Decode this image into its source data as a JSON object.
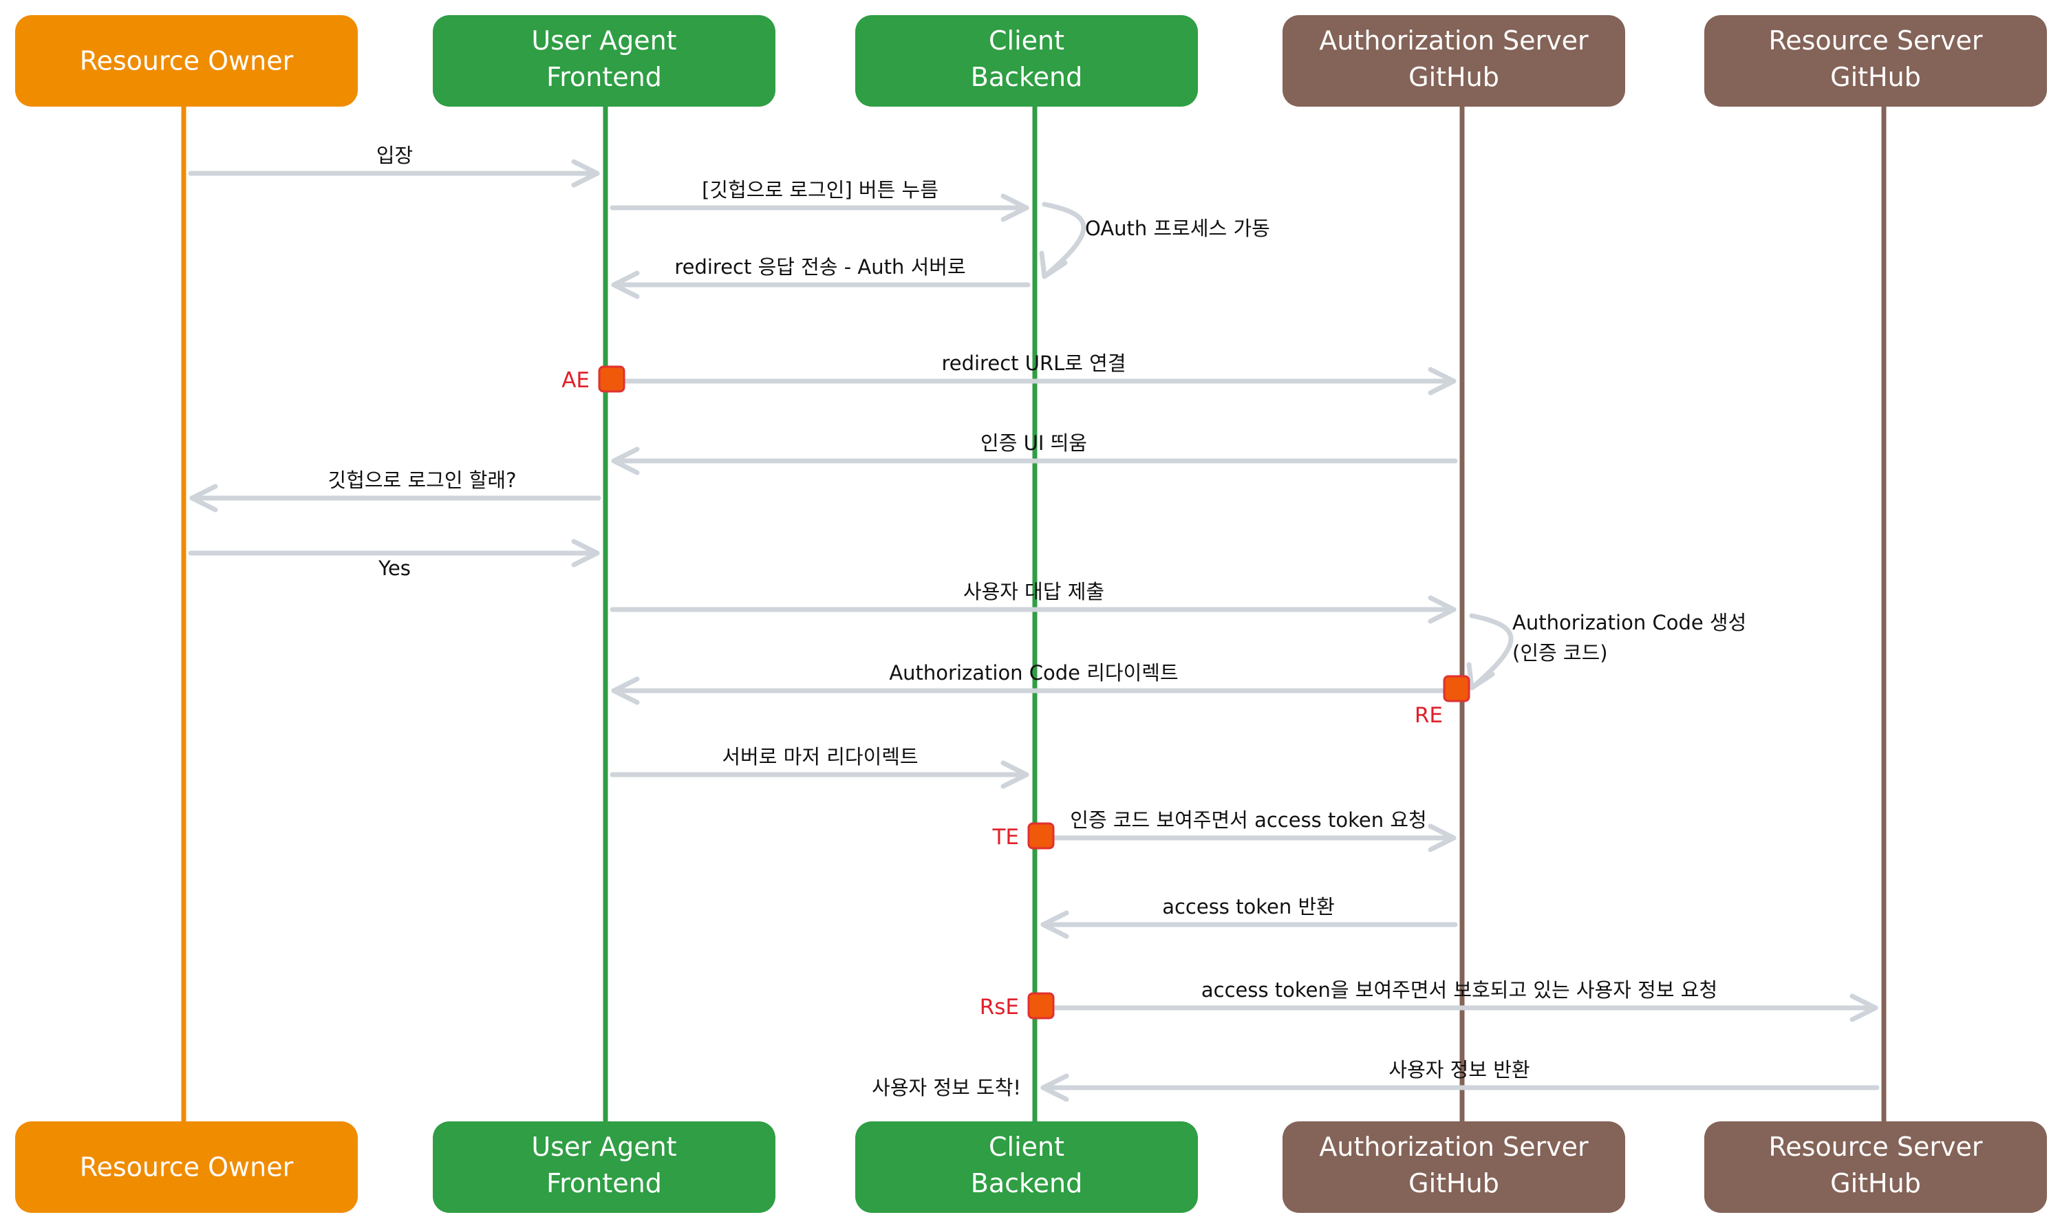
{
  "colors": {
    "resource_owner": "#f08c00",
    "user_agent": "#2f9e44",
    "client": "#2f9e44",
    "auth_server": "#846358",
    "resource_server": "#846358",
    "arrow": "#ced4da",
    "marker_fill": "#f0580a",
    "marker_border": "#e03131",
    "marker_text": "#e0202a",
    "label_text": "#111111"
  },
  "actors": [
    {
      "id": "resource-owner",
      "lines": [
        "Resource Owner"
      ]
    },
    {
      "id": "user-agent",
      "lines": [
        "User Agent",
        "Frontend"
      ]
    },
    {
      "id": "client",
      "lines": [
        "Client",
        "Backend"
      ]
    },
    {
      "id": "auth-server",
      "lines": [
        "Authorization Server",
        "GitHub"
      ]
    },
    {
      "id": "resource-server",
      "lines": [
        "Resource Server",
        "GitHub"
      ]
    }
  ],
  "messages": [
    {
      "from": "resource-owner",
      "to": "user-agent",
      "label": "입장"
    },
    {
      "from": "user-agent",
      "to": "client",
      "label": "[깃헙으로 로그인] 버튼 누름"
    },
    {
      "self": "client",
      "label": "OAuth 프로세스 가동"
    },
    {
      "from": "client",
      "to": "user-agent",
      "label": "redirect 응답 전송 - Auth 서버로"
    },
    {
      "from": "user-agent",
      "to": "auth-server",
      "label": "redirect URL로 연결",
      "marker": "AE"
    },
    {
      "from": "auth-server",
      "to": "user-agent",
      "label": "인증 UI 띄움"
    },
    {
      "from": "user-agent",
      "to": "resource-owner",
      "label": "깃헙으로 로그인 할래?"
    },
    {
      "from": "resource-owner",
      "to": "user-agent",
      "label": "Yes"
    },
    {
      "from": "user-agent",
      "to": "auth-server",
      "label": "사용자 대답 제출"
    },
    {
      "self": "auth-server",
      "label": "Authorization Code 생성",
      "label2": "(인증 코드)"
    },
    {
      "from": "auth-server",
      "to": "user-agent",
      "label": "Authorization Code 리다이렉트",
      "marker": "RE"
    },
    {
      "from": "user-agent",
      "to": "client",
      "label": "서버로 마저 리다이렉트"
    },
    {
      "from": "client",
      "to": "auth-server",
      "label": "인증 코드 보여주면서 access token 요청",
      "marker": "TE"
    },
    {
      "from": "auth-server",
      "to": "client",
      "label": "access token 반환"
    },
    {
      "from": "client",
      "to": "resource-server",
      "label": "access token을 보여주면서 보호되고 있는 사용자 정보 요청",
      "marker": "RsE"
    },
    {
      "from": "resource-server",
      "to": "client",
      "label": "사용자 정보 반환",
      "note": "사용자 정보 도착!"
    }
  ]
}
